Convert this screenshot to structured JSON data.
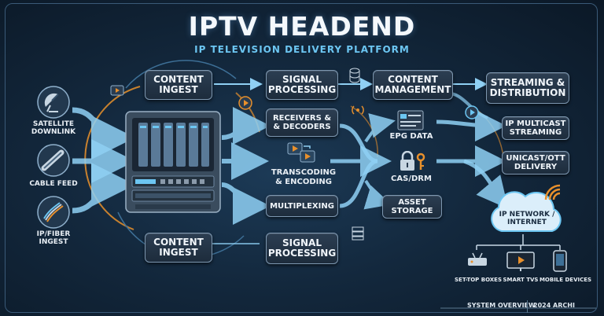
{
  "header": {
    "title": "IPTV HEADEND",
    "subtitle": "IP TELEVISION DELIVERY PLATFORM"
  },
  "sources": {
    "satellite": "SATELLITE\nDOWNLINK",
    "cable": "CABLE FEED",
    "fiber": "IP/FIBER\nINGEST"
  },
  "stages": {
    "content_ingest_top": "CONTENT\nINGEST",
    "content_ingest_bottom": "CONTENT\nINGEST",
    "signal_processing_top": "SIGNAL\nPROCESSING",
    "signal_processing_bottom": "SIGNAL\nPROCESSING",
    "content_management": "CONTENT\nMANAGEMENT",
    "streaming_distribution": "STREAMING &\nDISTRIBUTION"
  },
  "processing": {
    "receivers": "RECEIVERS &\n& DECODERS",
    "transcoding": "TRANSCODING\n& ENCODING",
    "multiplexing": "MULTIPLEXING"
  },
  "management": {
    "epg": "EPG DATA",
    "cas": "CAS/DRM",
    "asset": "ASSET\nSTORAGE"
  },
  "delivery": {
    "multicast": "IP MULTICAST\nSTREAMING",
    "unicast": "UNICAST/OTT\nDELIVERY",
    "network": "IP NETWORK /\nINTERNET"
  },
  "devices": {
    "stb": "SET-TOP BOXES",
    "tvs": "SMART TVS",
    "mobile": "MOBILE DEVICES"
  },
  "footer": {
    "left": "SYSTEM OVERVIEW",
    "right": "2024 ARCHI"
  },
  "colors": {
    "accent_blue": "#6cc6f2",
    "accent_orange": "#e8902c",
    "wire": "#8fd0f4"
  }
}
